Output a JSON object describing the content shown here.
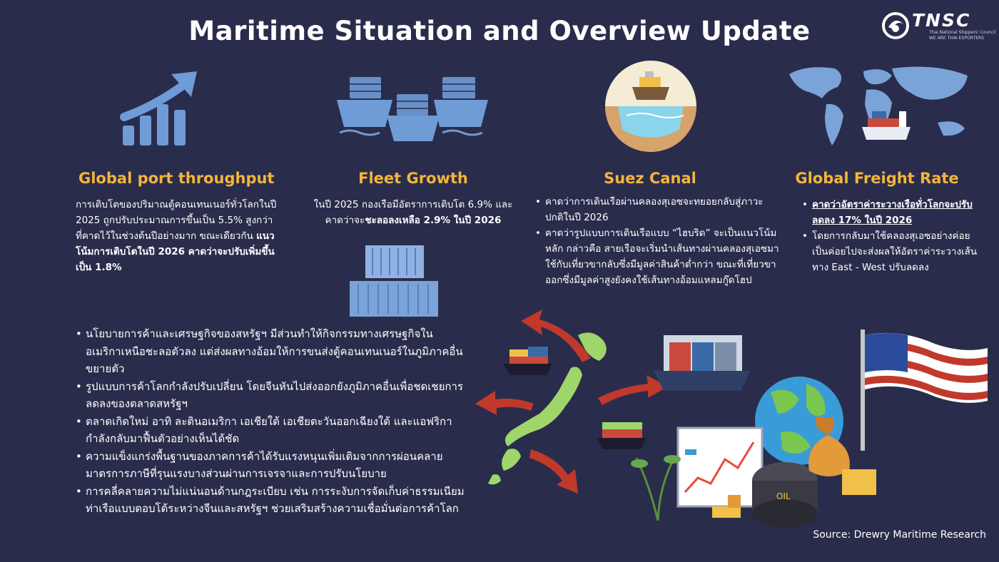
{
  "title": "Maritime Situation and Overview Update",
  "logo": {
    "name": "TNSC",
    "tagline1": "Thai National Shippers' Council",
    "tagline2": "WE ARE THAI EXPORTERS"
  },
  "colors": {
    "background": "#2a2c4c",
    "heading": "#f2b53a",
    "icon_blue": "#6f9bd6"
  },
  "sections": {
    "port": {
      "icon": "growth-arrow-icon",
      "heading": "Global port throughput",
      "text_normal": "การเติบโตของปริมาณตู้คอนเทนเนอร์ทั่วโลกในปี 2025 ถูกปรับประมาณการขึ้นเป็น 5.5% สูงกว่าที่คาดไว้ในช่วงต้นปีอย่างมาก ขณะเดียวกัน ",
      "text_bold": "แนวโน้มการเติบโตในปี 2026 คาดว่าจะปรับเพิ่มขึ้นเป็น 1.8%"
    },
    "fleet": {
      "icon": "container-ships-icon",
      "heading": "Fleet Growth",
      "text_normal": "ในปี 2025 กองเรือมีอัตราการเติบโต 6.9% และคาดว่าจะ",
      "text_bold": "ชะลอลงเหลือ 2.9% ในปี 2026"
    },
    "suez": {
      "icon": "canal-ship-icon",
      "heading": "Suez Canal",
      "bullets": [
        "คาดว่าการเดินเรือผ่านคลองสุเอซจะทยอยกลับสู่ภาวะปกติในปี 2026",
        "คาดว่ารูปแบบการเดินเรือแบบ “ไฮบริด” จะเป็นแนวโน้มหลัก กล่าวคือ สายเรือจะเริ่มนำเส้นทางผ่านคลองสุเอซมาใช้กับเที่ยวขากลับซึ่งมีมูลค่าสินค้าต่ำกว่า ขณะที่เที่ยวขาออกซึ่งมีมูลค่าสูงยังคงใช้เส้นทางอ้อมแหลมกู๊ดโฮป"
      ]
    },
    "freight": {
      "icon": "world-map-ship-icon",
      "heading": "Global Freight Rate",
      "bullet1": "คาดว่าอัตราค่าระวางเรือทั่วโลกจะปรับลดลง 17% ในปี 2026",
      "bullet2": "โดยการกลับมาใช้คลองสุเอซอย่างค่อยเป็นค่อยไปจะส่งผลให้อัตราค่าระวางเส้นทาง East - West ปรับลดลง"
    }
  },
  "main_bullets": [
    "นโยบายการค้าและเศรษฐกิจของสหรัฐฯ มีส่วนทำให้กิจกรรมทางเศรษฐกิจในอเมริกาเหนือชะลอตัวลง แต่ส่งผลทางอ้อมให้การขนส่งตู้คอนเทนเนอร์ในภูมิภาคอื่นขยายตัว",
    "รูปแบบการค้าโลกกำลังปรับเปลี่ยน โดยจีนหันไปส่งออกยังภูมิภาคอื่นเพื่อชดเชยการลดลงของตลาดสหรัฐฯ",
    "ตลาดเกิดใหม่ อาทิ ละตินอเมริกา เอเชียใต้ เอเชียตะวันออกเฉียงใต้ และแอฟริกา กำลังกลับมาฟื้นตัวอย่างเห็นได้ชัด",
    "ความแข็งแกร่งพื้นฐานของภาคการค้าได้รับแรงหนุนเพิ่มเติมจากการผ่อนคลายมาตรการภาษีที่รุนแรงบางส่วนผ่านการเจรจาและการปรับนโยบาย",
    "การคลี่คลายความไม่แน่นอนด้านกฎระเบียบ เช่น การระงับการจัดเก็บค่าธรรมเนียมท่าเรือแบบตอบโต้ระหว่างจีนและสหรัฐฯ ช่วยเสริมสร้างความเชื่อมั่นต่อการค้าโลก"
  ],
  "illustration": {
    "icons": [
      "container-icon",
      "japan-map-icon",
      "cargo-ship-icon",
      "us-flag-icon",
      "globe-icon",
      "chart-board-icon",
      "oil-barrel-icon",
      "money-bag-icon"
    ],
    "oil_label": "OIL"
  },
  "source": "Source: Drewry Maritime Research"
}
